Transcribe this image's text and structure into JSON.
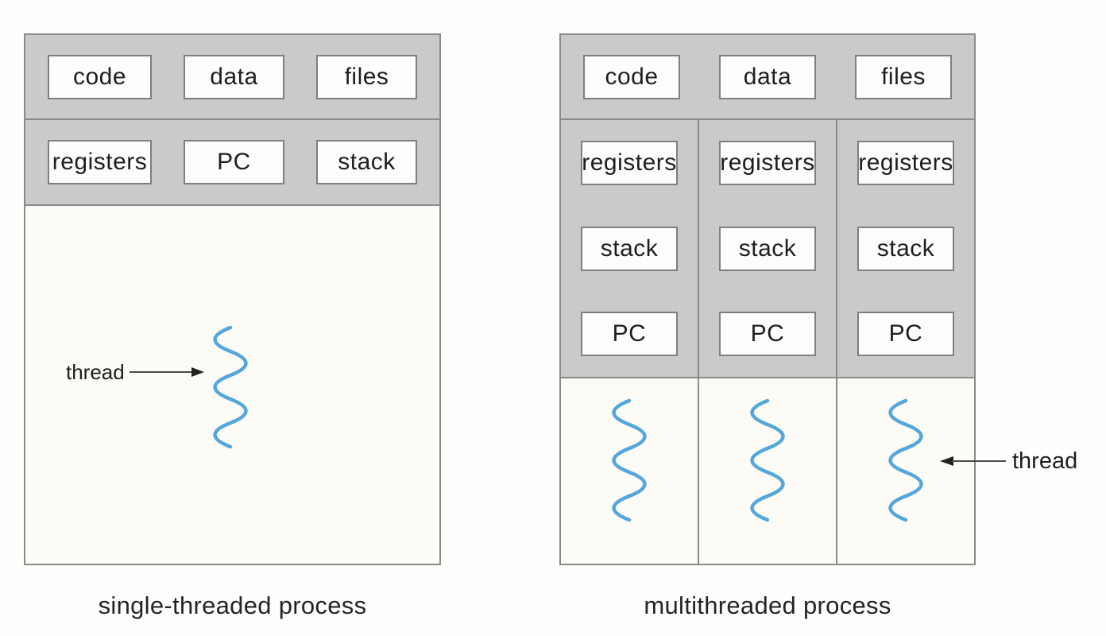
{
  "left": {
    "caption": "single-threaded process",
    "resources": [
      "code",
      "data",
      "files"
    ],
    "context": [
      "registers",
      "PC",
      "stack"
    ],
    "thread_label": "thread"
  },
  "right": {
    "caption": "multithreaded process",
    "resources": [
      "code",
      "data",
      "files"
    ],
    "columns": [
      {
        "context": [
          "registers",
          "stack",
          "PC"
        ]
      },
      {
        "context": [
          "registers",
          "stack",
          "PC"
        ]
      },
      {
        "context": [
          "registers",
          "stack",
          "PC"
        ]
      }
    ],
    "thread_label": "thread"
  },
  "colors": {
    "section_gray": "#cacaca",
    "border_gray": "#8a8a8a",
    "box_fill": "#fdfdfd",
    "body_fill": "#fcfbf6",
    "thread_blue": "#55a7db",
    "arrow": "#4a4a4a",
    "text": "#1e1e1e"
  }
}
